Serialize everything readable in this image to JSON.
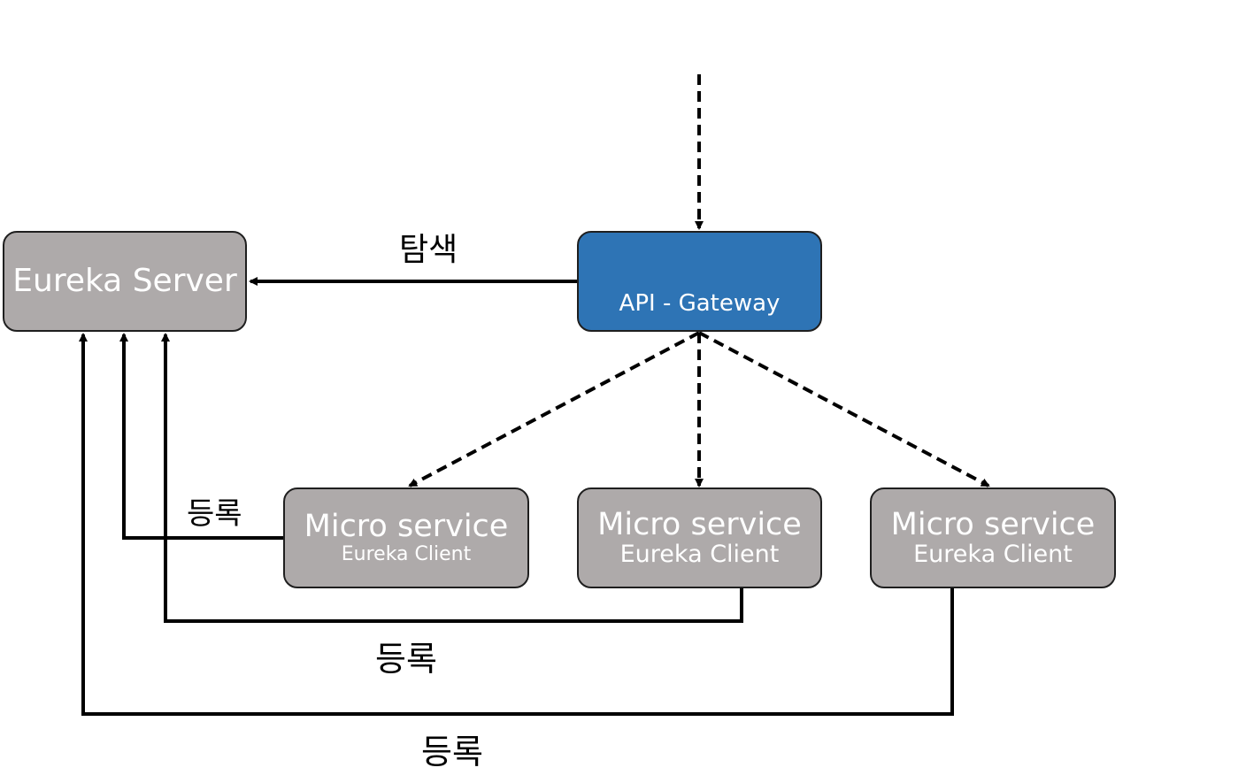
{
  "colors": {
    "server_fill": "#aeaaaa",
    "gateway_fill": "#2e74b5",
    "text_on_box": "#ffffff",
    "line": "#000000"
  },
  "eureka_server": {
    "label": "Eureka Server"
  },
  "api_gateway": {
    "label": "API - Gateway"
  },
  "micro_services": [
    {
      "title": "Micro service",
      "subtitle": "Eureka Client"
    },
    {
      "title": "Micro service",
      "subtitle": "Eureka Client"
    },
    {
      "title": "Micro service",
      "subtitle": "Eureka Client"
    }
  ],
  "edge_labels": {
    "discovery": "탐색",
    "register_1": "등록",
    "register_2": "등록",
    "register_3": "등록"
  },
  "connectors": [
    {
      "from": "external",
      "to": "api_gateway",
      "style": "dashed"
    },
    {
      "from": "api_gateway",
      "to": "eureka_server",
      "style": "solid",
      "label": "탐색"
    },
    {
      "from": "api_gateway",
      "to": "micro_service_1",
      "style": "dashed"
    },
    {
      "from": "api_gateway",
      "to": "micro_service_2",
      "style": "dashed"
    },
    {
      "from": "api_gateway",
      "to": "micro_service_3",
      "style": "dashed"
    },
    {
      "from": "micro_service_1",
      "to": "eureka_server",
      "style": "solid",
      "label": "등록"
    },
    {
      "from": "micro_service_2",
      "to": "eureka_server",
      "style": "solid",
      "label": "등록"
    },
    {
      "from": "micro_service_3",
      "to": "eureka_server",
      "style": "solid",
      "label": "등록"
    }
  ]
}
